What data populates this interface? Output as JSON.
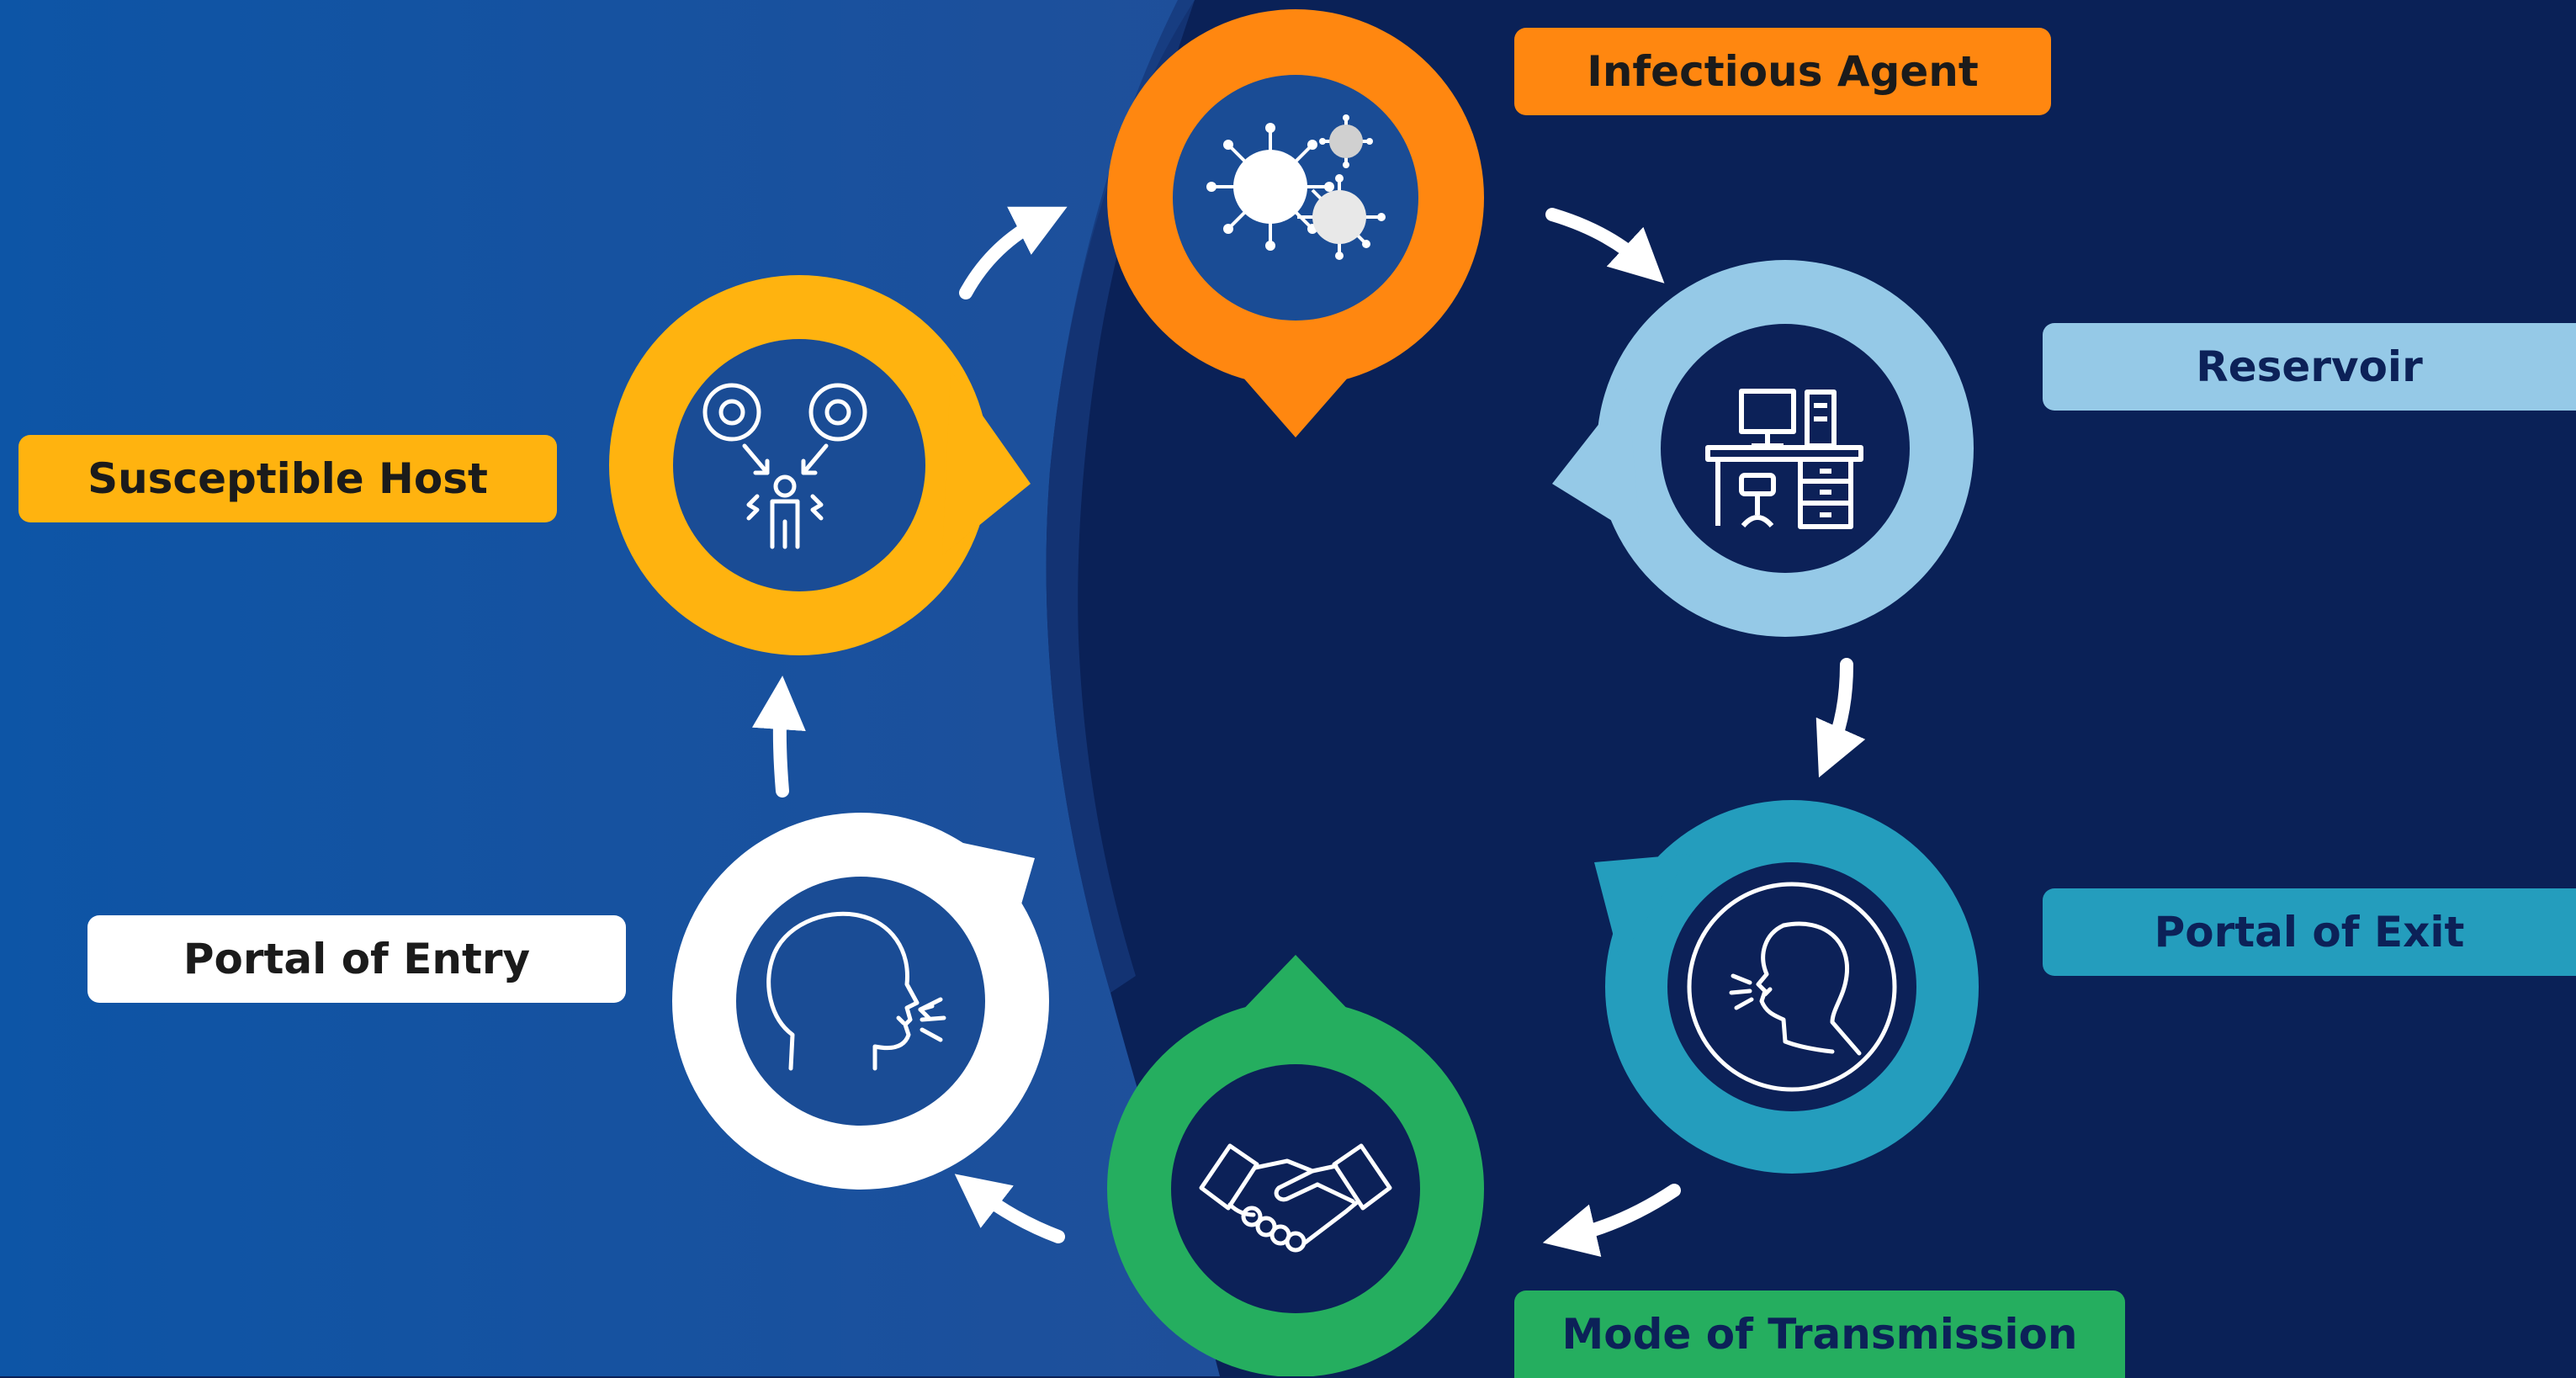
{
  "title": "",
  "colors": {
    "background_left": "#1a58b0",
    "background_right": "#0a2157",
    "arrow": "#ffffff",
    "icon_fill_dark": "#1a4c95",
    "icon_fill_navy": "#0c2158"
  },
  "nodes": [
    {
      "id": "infectious-agent",
      "label": "Infectious Agent",
      "color": "#ff8710",
      "label_color": "#ff8710",
      "text_color": "#1b1b1b",
      "icon": "virus-icon",
      "pointer": "down"
    },
    {
      "id": "reservoir",
      "label": "Reservoir",
      "color": "#95c9e7",
      "label_color": "#95c9e7",
      "text_color": "#0c2158",
      "icon": "office-desk-icon",
      "pointer": "left"
    },
    {
      "id": "portal-of-exit",
      "label": "Portal of Exit",
      "color": "#249dbd",
      "label_color": "#249dbd",
      "text_color": "#0c2158",
      "icon": "coughing-person-icon",
      "pointer": "up-left"
    },
    {
      "id": "mode-of-transmission",
      "label": "Mode of Transmission",
      "color": "#25ae5f",
      "label_color": "#25ae5f",
      "text_color": "#0c2158",
      "icon": "handshake-icon",
      "pointer": "up"
    },
    {
      "id": "portal-of-entry",
      "label": "Portal of Entry",
      "color": "#ffffff",
      "label_color": "#ffffff",
      "text_color": "#1b1b1b",
      "icon": "inhaling-head-icon",
      "pointer": "up-right"
    },
    {
      "id": "susceptible-host",
      "label": "Susceptible Host",
      "color": "#ffb30f",
      "label_color": "#ffb30f",
      "text_color": "#1b1b1b",
      "icon": "host-germs-icon",
      "pointer": "right"
    }
  ],
  "flow": "clockwise"
}
